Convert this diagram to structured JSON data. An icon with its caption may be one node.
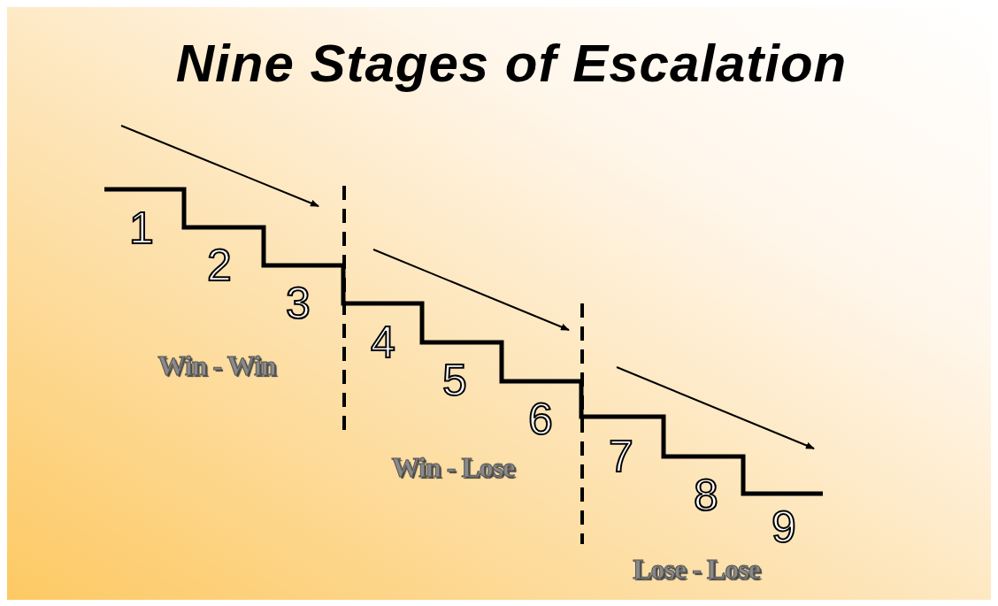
{
  "diagram": {
    "title": "Nine Stages of Escalation",
    "labels": [
      "1",
      "2",
      "3",
      "4",
      "5",
      "6",
      "7",
      "8",
      "9",
      "Win - Win",
      "Win - Lose",
      "Lose - Lose"
    ]
  }
}
